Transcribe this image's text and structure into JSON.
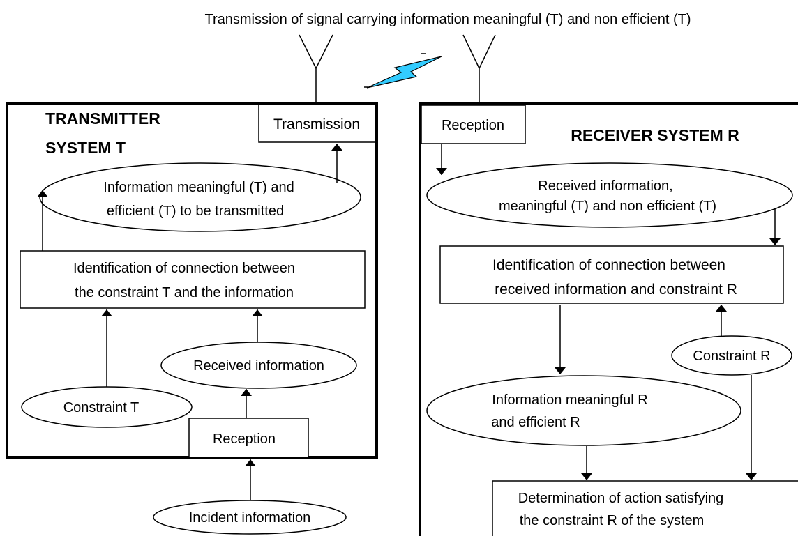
{
  "title": "Transmission of signal carrying information meaningful (T) and non efficient (T)",
  "transmitter": {
    "title_line1": "TRANSMITTER",
    "title_line2": "SYSTEM T",
    "transmission": "Transmission",
    "info_line1": "Information meaningful (T) and",
    "info_line2": "efficient (T)  to be transmitted",
    "identification_line1": "Identification of connection between",
    "identification_line2": "the constraint T and the information",
    "received_information": "Received information",
    "constraint": "Constraint  T",
    "reception": "Reception",
    "incident_information": "Incident information"
  },
  "receiver": {
    "title": "RECEIVER SYSTEM R",
    "reception": "Reception",
    "received_line1": "Received information,",
    "received_line2": "meaningful (T)  and non efficient (T)",
    "identification_line1": "Identification of connection between",
    "identification_line2": "received information and constraint R",
    "constraint": "Constraint R",
    "meaningful_line1": "Information meaningful  R",
    "meaningful_line2": "and efficient R",
    "determination_line1": "Determination of  action satisfying",
    "determination_line2": " the constraint R  of the system"
  },
  "colors": {
    "lightning": "#33ccff",
    "line": "#000000"
  }
}
